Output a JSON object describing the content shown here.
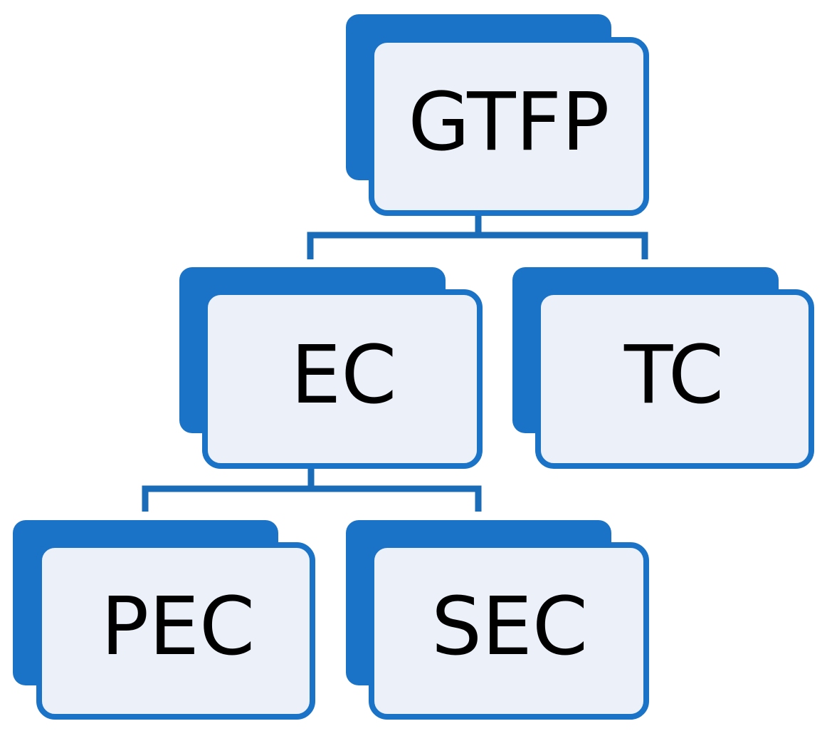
{
  "colors": {
    "accent": "#1a73c6",
    "box_fill": "#ebf0f9",
    "connector": "#1a6bb8",
    "text": "#000000",
    "background": "#ffffff"
  },
  "nodes": {
    "root": {
      "label": "GTFP"
    },
    "ec": {
      "label": "EC"
    },
    "tc": {
      "label": "TC"
    },
    "pec": {
      "label": "PEC"
    },
    "sec": {
      "label": "SEC"
    }
  },
  "edges": [
    {
      "from": "root",
      "to": "ec"
    },
    {
      "from": "root",
      "to": "tc"
    },
    {
      "from": "ec",
      "to": "pec"
    },
    {
      "from": "ec",
      "to": "sec"
    }
  ]
}
